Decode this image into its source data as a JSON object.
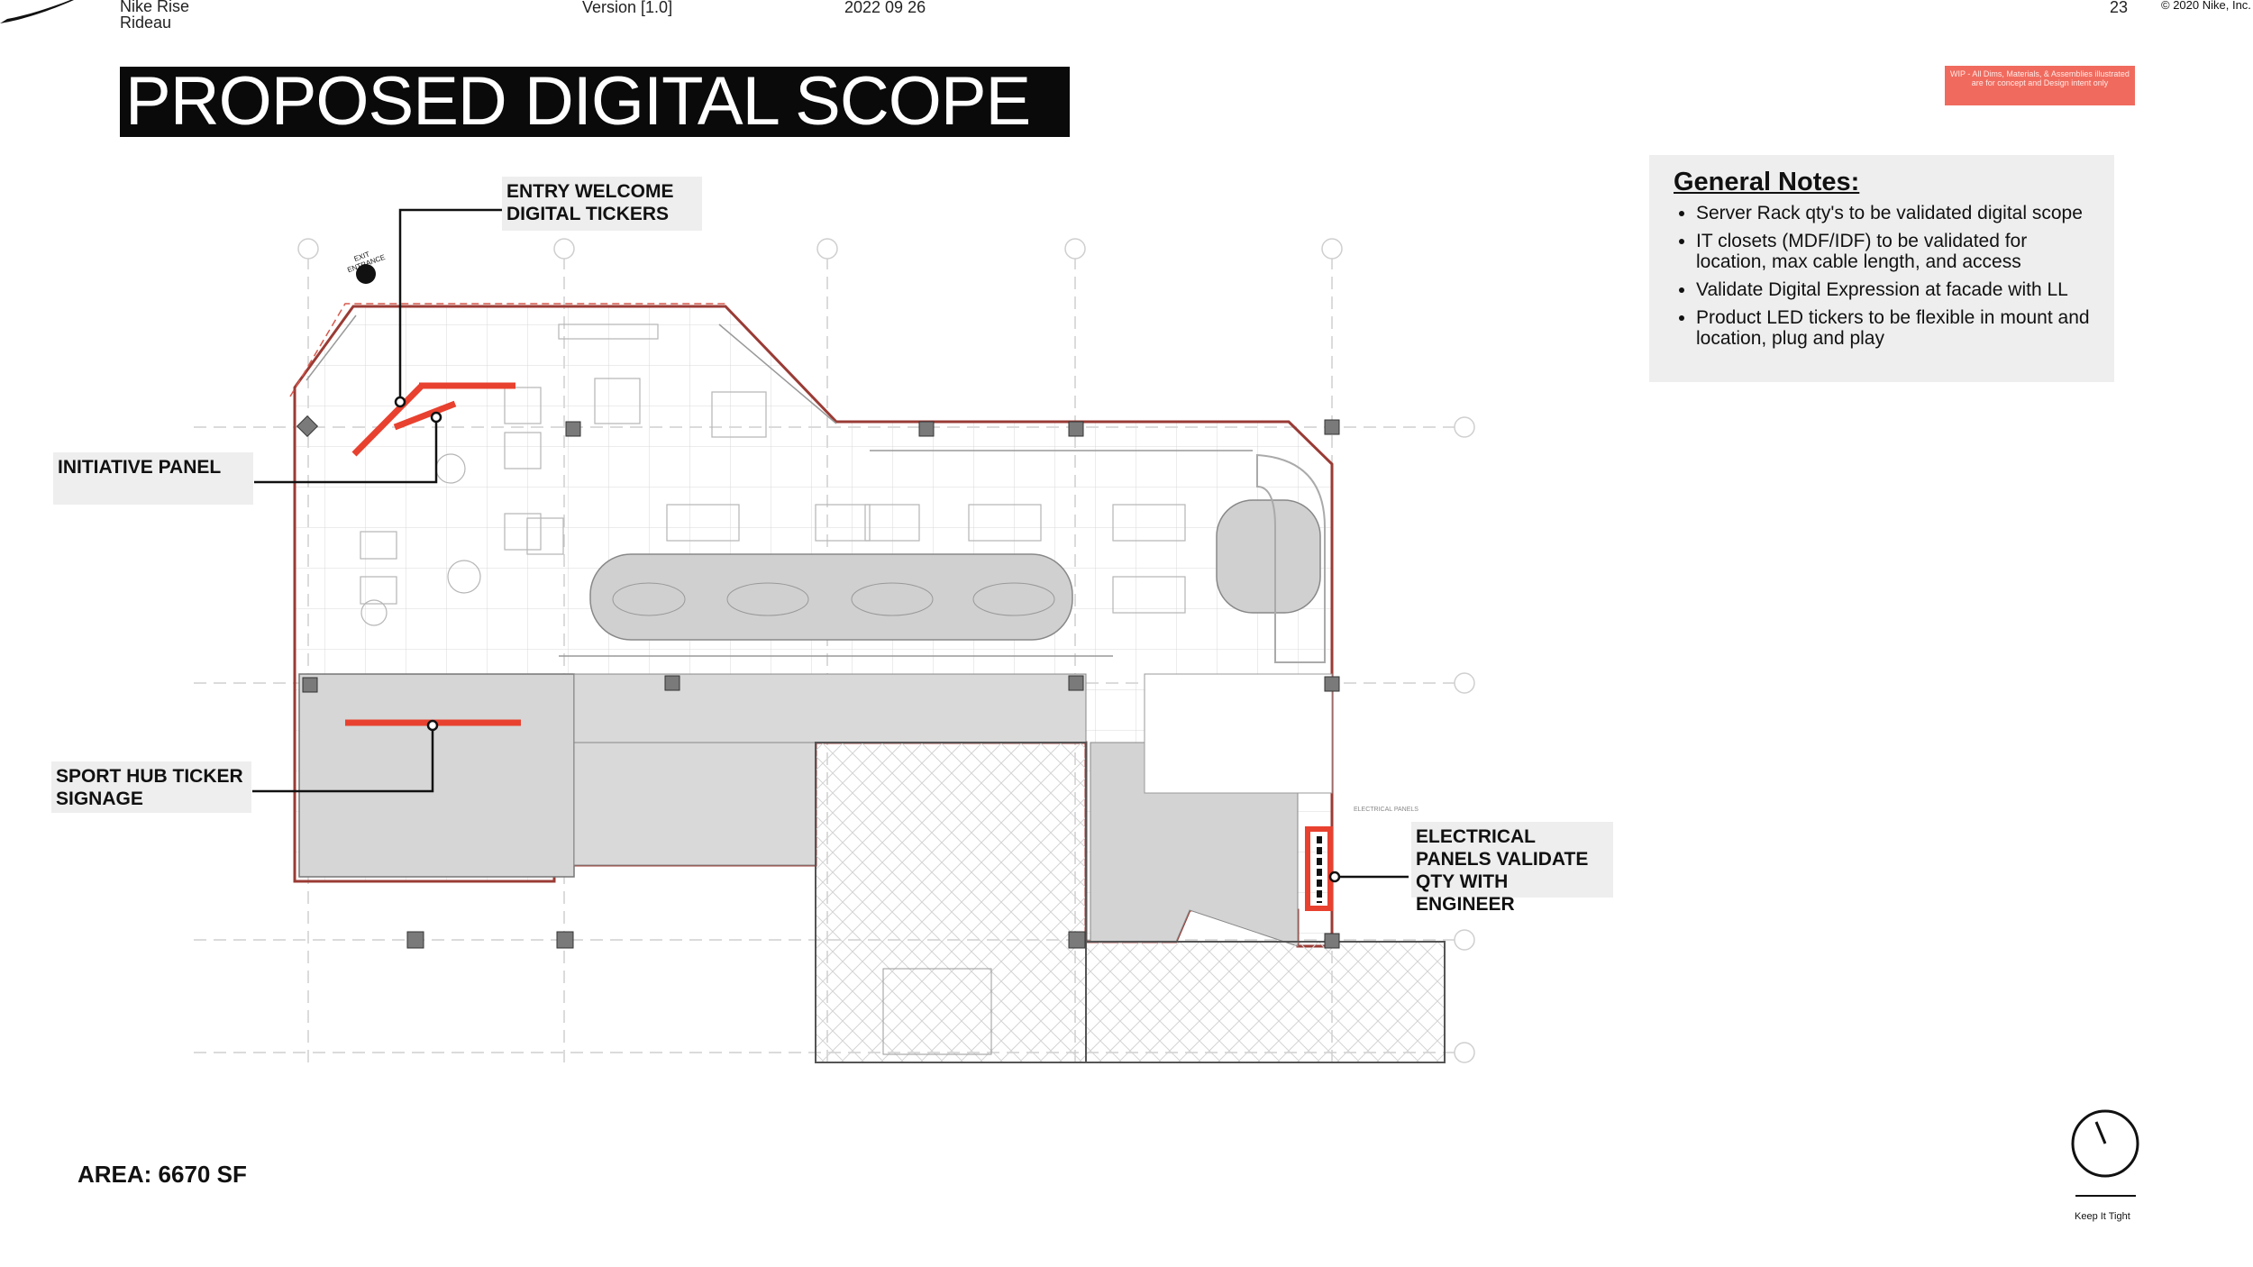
{
  "header": {
    "project_line1": "Nike Rise",
    "project_line2": "Rideau",
    "version": "Version [1.0]",
    "date": "2022 09 26",
    "page_number": "23",
    "copyright": "© 2020 Nike, Inc."
  },
  "title": "PROPOSED DIGITAL SCOPE",
  "wip_note": "WIP - All Dims, Materials, & Assemblies illustrated are for concept and Design intent only",
  "general_notes": {
    "heading": "General Notes:",
    "items": [
      "Server Rack qty's to be validated digital scope",
      "IT closets (MDF/IDF) to be validated for location, max cable length, and access",
      "Validate Digital Expression at facade with LL",
      "Product LED tickers to be flexible in mount and location, plug and play"
    ]
  },
  "callouts": {
    "entry_welcome": "ENTRY WELCOME DIGITAL TICKERS",
    "initiative_panel": "INITIATIVE PANEL",
    "sport_hub": "SPORT HUB TICKER SIGNAGE",
    "electrical": "ELECTRICAL PANELS VALIDATE QTY WITH ENGINEER"
  },
  "plan_labels": {
    "exit_sign": "EXIT ENTRANCE",
    "electrical_panels_small": "ELECTRICAL PANELS"
  },
  "area": "AREA: 6670 SF",
  "footer": {
    "tagline": "Keep It Tight"
  },
  "colors": {
    "accent_red": "#e8412f",
    "wip_bg": "#f06b5e",
    "note_bg": "#eeeeee"
  },
  "icons": {
    "brand": "swoosh-logo",
    "compass": "north-arrow-icon"
  }
}
